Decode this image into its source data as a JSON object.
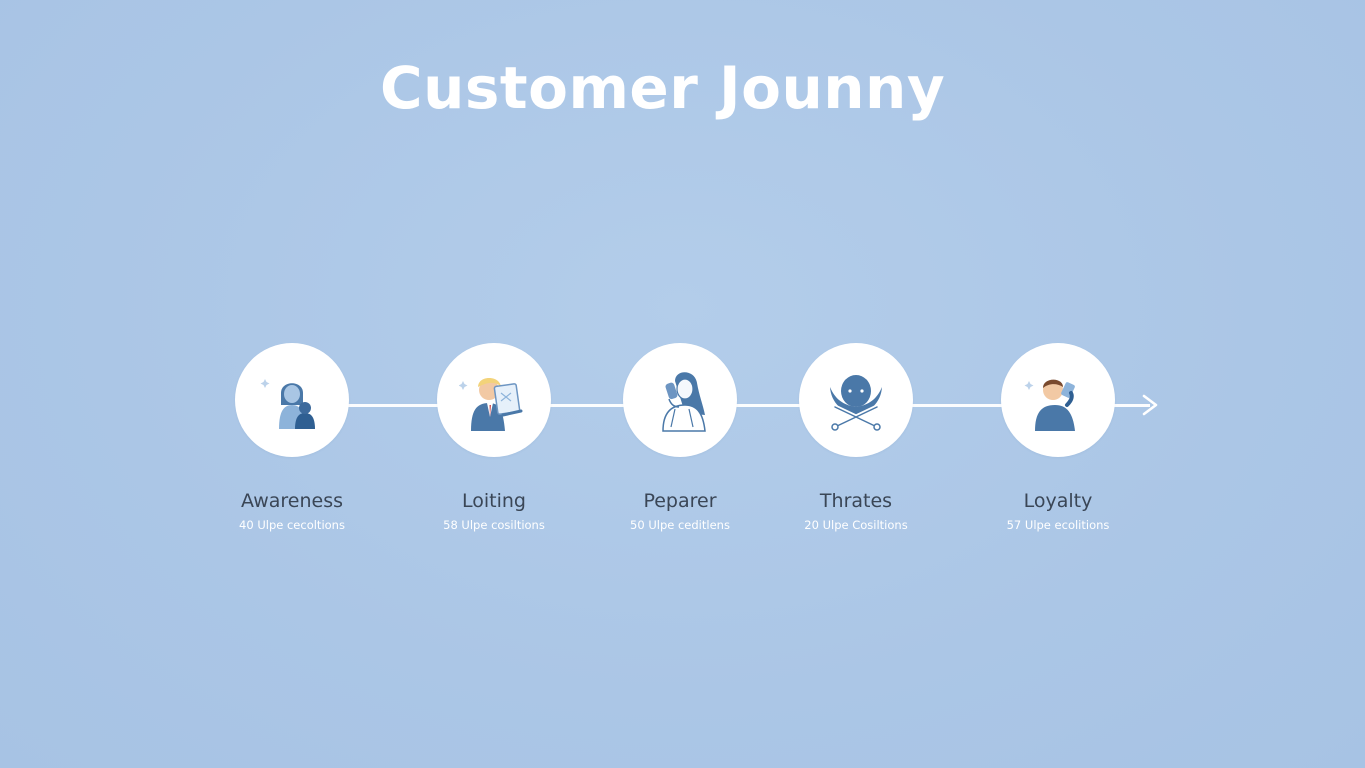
{
  "title": "Customer Jounny",
  "stages": [
    {
      "label": "Awareness",
      "sub": "40 Ulpe cecoltions",
      "icon": "woman-with-child-icon"
    },
    {
      "label": "Loiting",
      "sub": "58 Ulpe cosiltions",
      "icon": "man-with-document-icon"
    },
    {
      "label": "Peparer",
      "sub": "50 Ulpe ceditlens",
      "icon": "woman-on-phone-icon"
    },
    {
      "label": "Thrates",
      "sub": "20 Ulpe Cosiltions",
      "icon": "figure-with-crossed-arms-icon"
    },
    {
      "label": "Loyalty",
      "sub": "57 Ulpe ecolitions",
      "icon": "man-drinking-icon"
    }
  ],
  "colors": {
    "background": "#adc8e7",
    "accent": "#4a78a8",
    "circle": "#ffffff",
    "connector": "#ffffff"
  }
}
